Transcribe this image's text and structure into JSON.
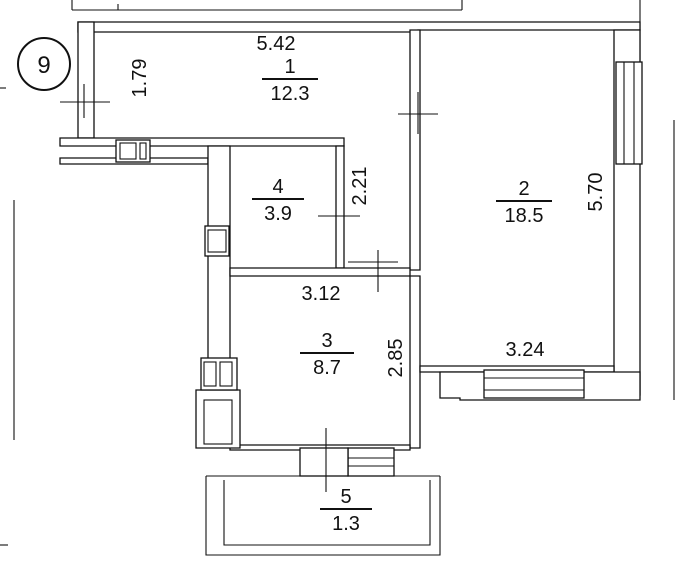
{
  "plan": {
    "number": "9",
    "rooms": [
      {
        "id": "1",
        "area": "12.3"
      },
      {
        "id": "2",
        "area": "18.5"
      },
      {
        "id": "3",
        "area": "8.7"
      },
      {
        "id": "4",
        "area": "3.9"
      },
      {
        "id": "5",
        "area": "1.3"
      }
    ],
    "dims": {
      "room1_width": "5.42",
      "room1_depth": "1.79",
      "room4_height": "2.21",
      "room3_width": "3.12",
      "room3_height": "2.85",
      "room2_width": "3.24",
      "room2_height": "5.70"
    }
  }
}
